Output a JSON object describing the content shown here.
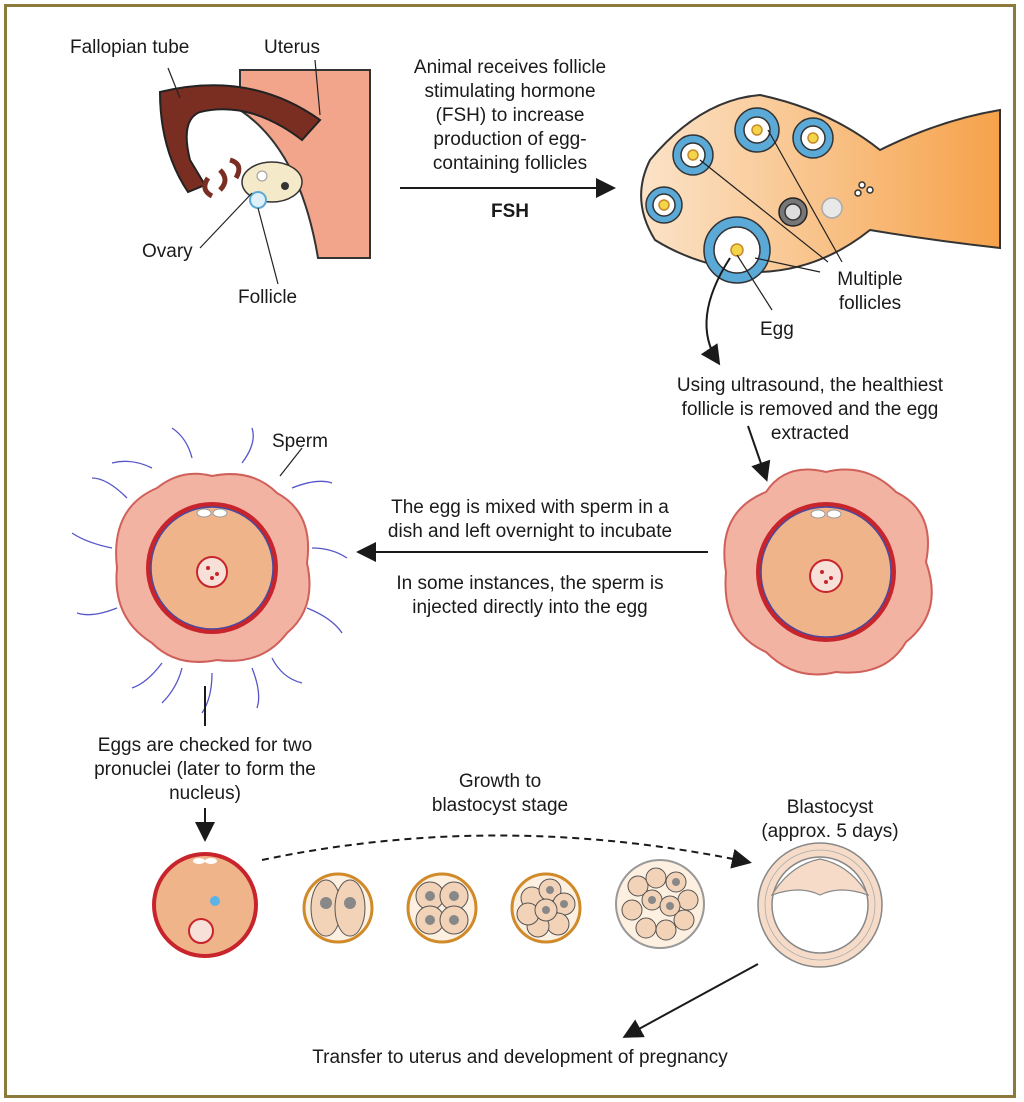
{
  "anatomy": {
    "fallopian_tube": "Fallopian tube",
    "uterus": "Uterus",
    "ovary": "Ovary",
    "follicle": "Follicle"
  },
  "fsh_step": {
    "line1": "Animal receives follicle",
    "line2": "stimulating hormone",
    "line3": "(FSH) to  increase",
    "line4": "production of egg-",
    "line5": "containing follicles",
    "arrow_label": "FSH"
  },
  "ovary_detail": {
    "multiple_follicles_1": "Multiple",
    "multiple_follicles_2": "follicles",
    "egg": "Egg"
  },
  "extraction": {
    "line1": "Using ultrasound, the healthiest",
    "line2": "follicle is removed and the egg",
    "line3": "extracted"
  },
  "fertilization": {
    "sperm": "Sperm",
    "mix_line1": "The egg is mixed with sperm in a",
    "mix_line2": "dish and left overnight to incubate",
    "inject_line1": "In some instances, the sperm is",
    "inject_line2": "injected directly into the egg"
  },
  "check": {
    "line1": "Eggs are checked for two",
    "line2": "pronuclei (later to form the",
    "line3": "nucleus)"
  },
  "growth": {
    "line1": "Growth to",
    "line2": "blastocyst stage"
  },
  "blastocyst": {
    "line1": "Blastocyst",
    "line2": "(approx. 5 days)"
  },
  "transfer": "Transfer to uterus and development of pregnancy",
  "colors": {
    "frame": "#8b7a3c",
    "tube": "#7a2e22",
    "uterus": "#f2a58a",
    "egg_fill": "#f0b48a",
    "zona": "#c8242c",
    "corona": "#f3b3a3",
    "follicle_blue": "#5aa9d6",
    "embryo_ring": "#d08a2a",
    "sperm": "#5656c8"
  }
}
